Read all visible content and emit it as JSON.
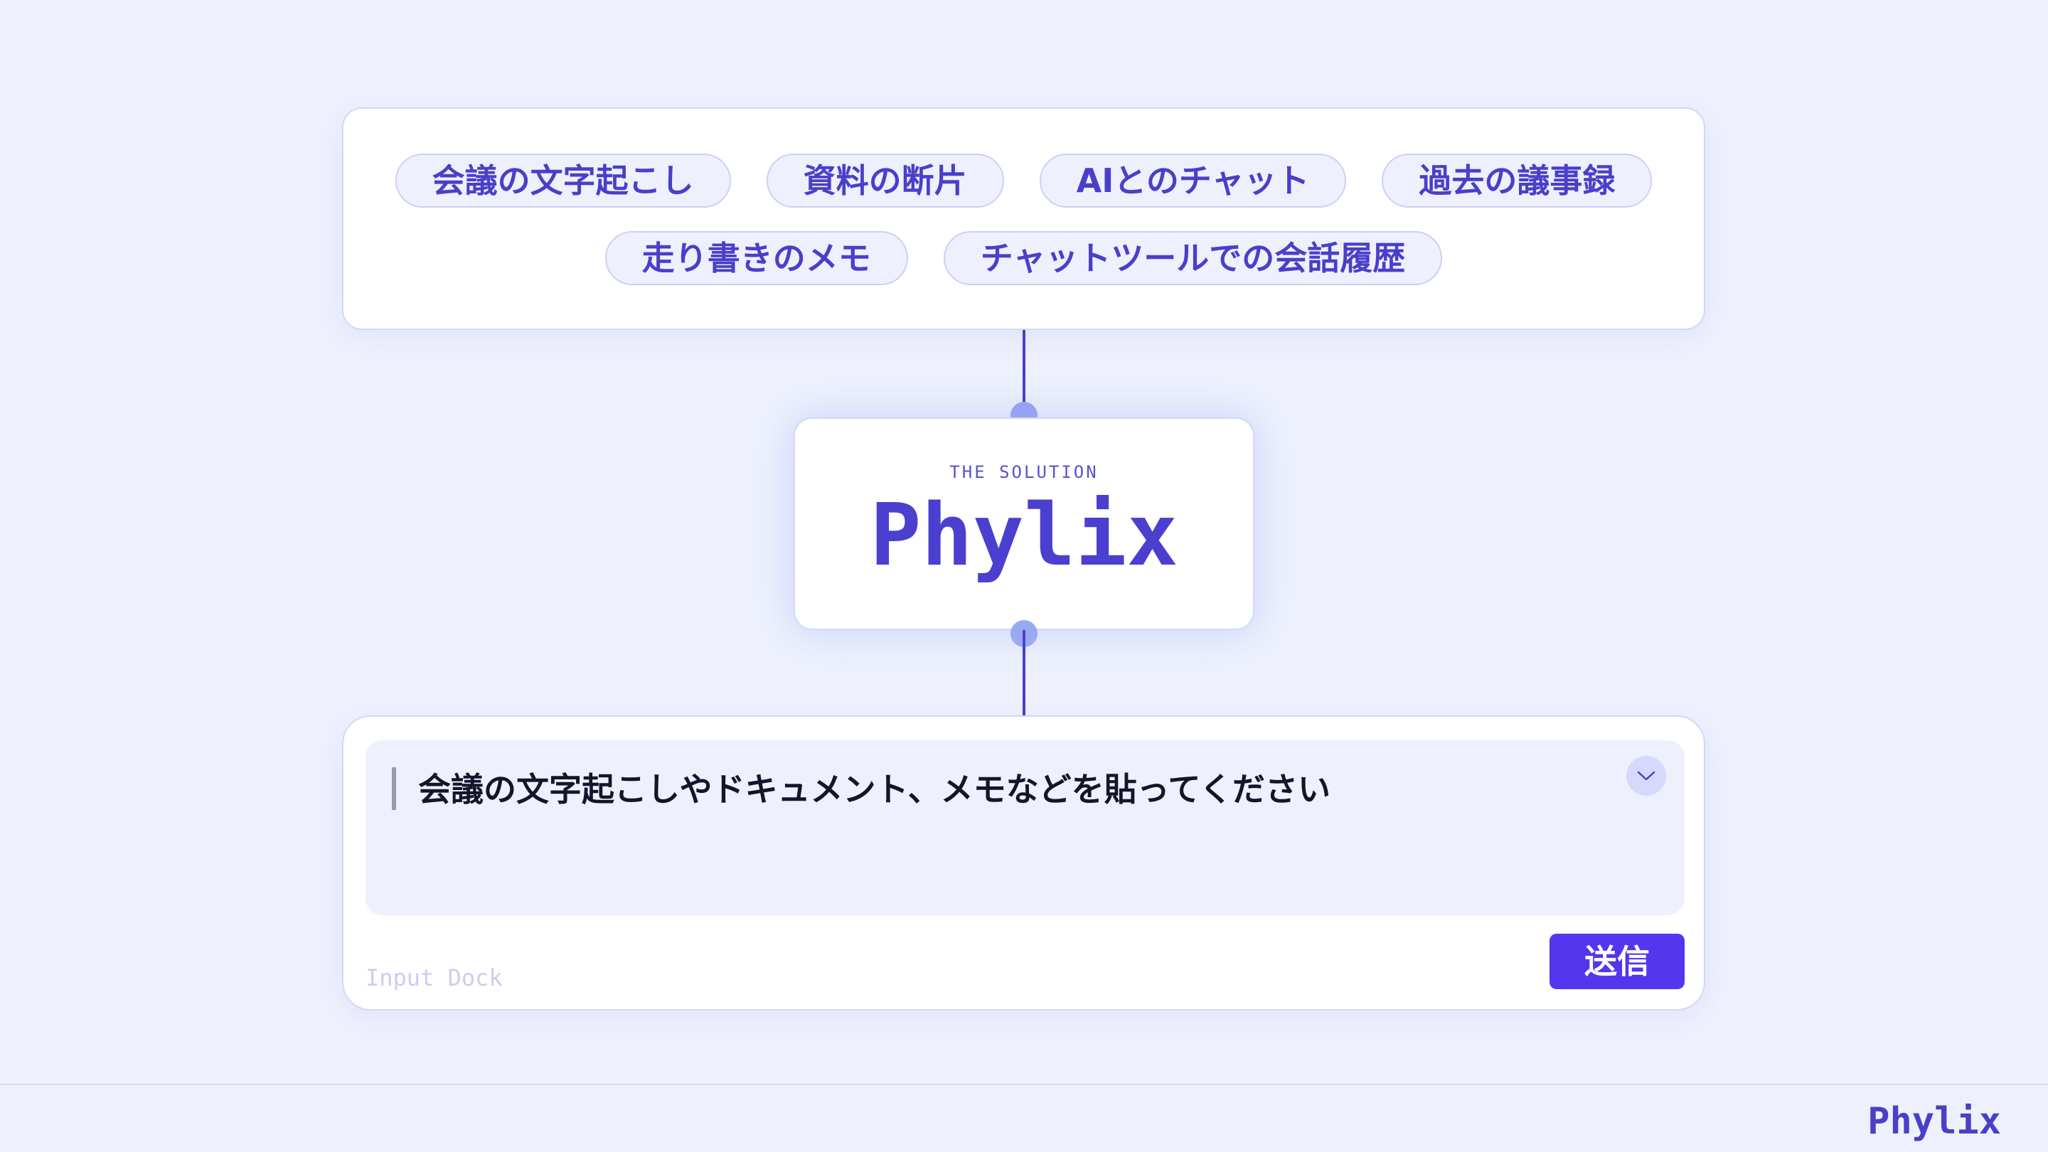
{
  "sources": {
    "chips": [
      "会議の文字起こし",
      "資料の断片",
      "AIとのチャット",
      "過去の議事録",
      "走り書きのメモ",
      "チャットツールでの会話履歴"
    ]
  },
  "solution": {
    "eyebrow": "THE SOLUTION",
    "title": "Phylix"
  },
  "input_dock": {
    "text": "会議の文字起こしやドキュメント、メモなどを貼ってください",
    "label": "Input Dock",
    "send_label": "送信",
    "collapse_icon": "chevron-down-icon"
  },
  "footer": {
    "brand": "Phylix"
  },
  "colors": {
    "accent": "#4a3fc9",
    "button": "#5336ee",
    "background": "#eef1fd"
  }
}
